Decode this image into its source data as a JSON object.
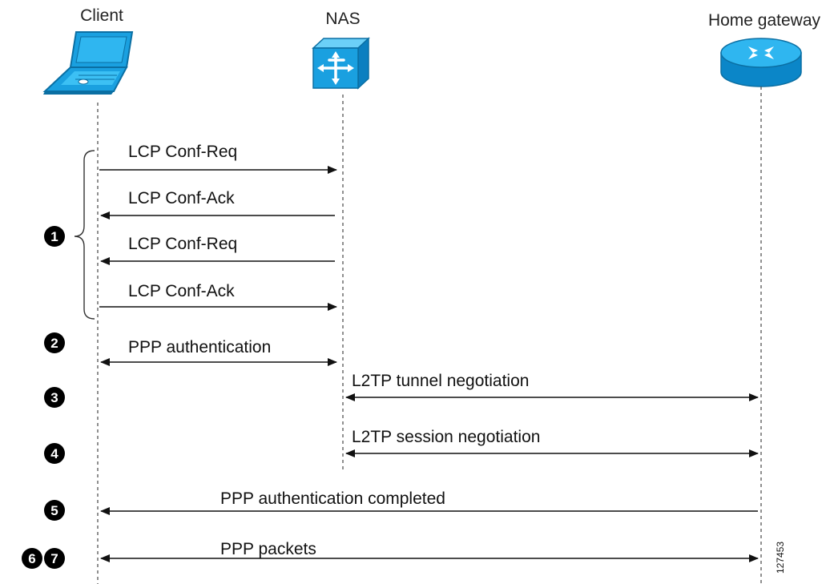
{
  "actors": [
    {
      "id": "client",
      "label": "Client",
      "icon": "laptop-icon"
    },
    {
      "id": "nas",
      "label": "NAS",
      "icon": "nas-switch-icon"
    },
    {
      "id": "gateway",
      "label": "Home gateway",
      "icon": "router-icon"
    }
  ],
  "messages": [
    {
      "label": "LCP Conf-Req",
      "from": "client",
      "to": "nas",
      "direction": "right"
    },
    {
      "label": "LCP Conf-Ack",
      "from": "nas",
      "to": "client",
      "direction": "left"
    },
    {
      "label": "LCP Conf-Req",
      "from": "nas",
      "to": "client",
      "direction": "left"
    },
    {
      "label": "LCP Conf-Ack",
      "from": "client",
      "to": "nas",
      "direction": "right"
    },
    {
      "label": "PPP authentication",
      "from": "client",
      "to": "nas",
      "direction": "both"
    },
    {
      "label": "L2TP tunnel negotiation",
      "from": "nas",
      "to": "gateway",
      "direction": "both"
    },
    {
      "label": "L2TP session negotiation",
      "from": "nas",
      "to": "gateway",
      "direction": "both"
    },
    {
      "label": "PPP authentication completed",
      "from": "gateway",
      "to": "client",
      "direction": "left"
    },
    {
      "label": "PPP packets",
      "from": "client",
      "to": "gateway",
      "direction": "both"
    }
  ],
  "steps": [
    "1",
    "2",
    "3",
    "4",
    "5",
    "6",
    "7"
  ],
  "figure_id": "127453",
  "colors": {
    "icon_blue": "#1aa0e0",
    "line": "#111111",
    "lifeline": "#555555"
  }
}
